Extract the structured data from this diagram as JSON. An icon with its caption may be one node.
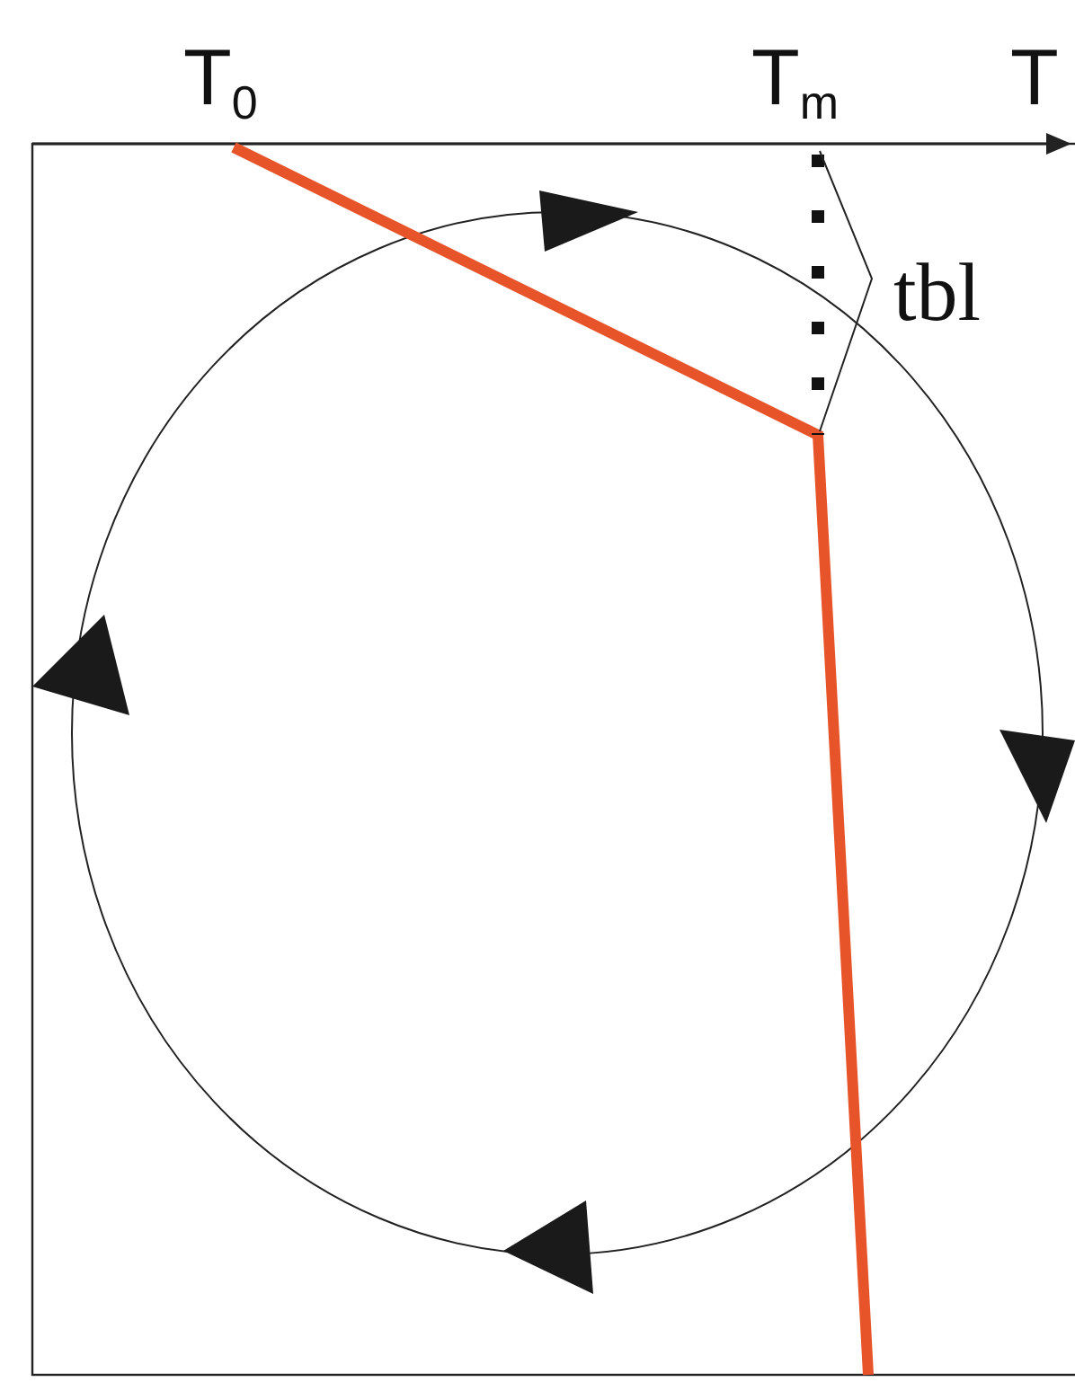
{
  "diagram": {
    "labels": [
      "T$_{0}$",
      "T$_{m}$",
      "T",
      "tbl"
    ]
  }
}
